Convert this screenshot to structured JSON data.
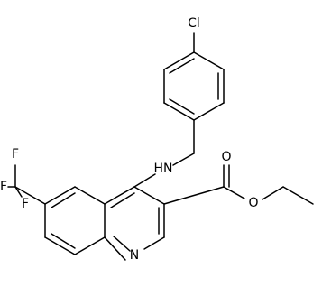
{
  "diagram": {
    "type": "chemical-structure",
    "line_color": "#000000",
    "background_color": "#ffffff",
    "atom_labels": {
      "chlorine": "Cl",
      "amine_nh": "HN",
      "carbonyl_o": "O",
      "ester_o": "O",
      "fluorine_1": "F",
      "fluorine_2": "F",
      "fluorine_3": "F",
      "ring_nitrogen": "N"
    }
  }
}
